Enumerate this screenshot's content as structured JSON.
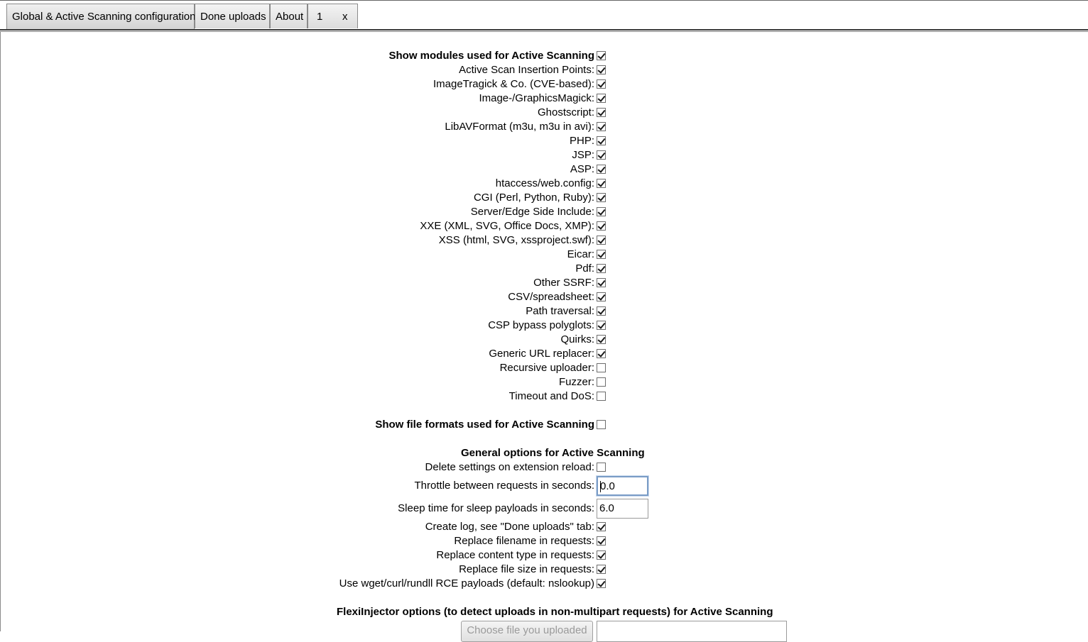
{
  "tabs": [
    {
      "label": "Global & Active Scanning configuration",
      "active": true
    },
    {
      "label": "Done uploads",
      "active": false
    },
    {
      "label": "About",
      "active": false
    },
    {
      "label": "1",
      "close": "x",
      "active": false
    }
  ],
  "modules_section": {
    "title": "Show modules used for Active Scanning",
    "checked": true,
    "items": [
      {
        "label": "Active Scan Insertion Points:",
        "checked": true
      },
      {
        "label": "ImageTragick & Co. (CVE-based):",
        "checked": true
      },
      {
        "label": "Image-/GraphicsMagick:",
        "checked": true
      },
      {
        "label": "Ghostscript:",
        "checked": true
      },
      {
        "label": "LibAVFormat (m3u, m3u in avi):",
        "checked": true
      },
      {
        "label": "PHP:",
        "checked": true
      },
      {
        "label": "JSP:",
        "checked": true
      },
      {
        "label": "ASP:",
        "checked": true
      },
      {
        "label": "htaccess/web.config:",
        "checked": true
      },
      {
        "label": "CGI (Perl, Python, Ruby):",
        "checked": true
      },
      {
        "label": "Server/Edge Side Include:",
        "checked": true
      },
      {
        "label": "XXE (XML, SVG, Office Docs, XMP):",
        "checked": true
      },
      {
        "label": "XSS (html, SVG, xssproject.swf):",
        "checked": true
      },
      {
        "label": "Eicar:",
        "checked": true
      },
      {
        "label": "Pdf:",
        "checked": true
      },
      {
        "label": "Other SSRF:",
        "checked": true
      },
      {
        "label": "CSV/spreadsheet:",
        "checked": true
      },
      {
        "label": "Path traversal:",
        "checked": true
      },
      {
        "label": "CSP bypass polyglots:",
        "checked": true
      },
      {
        "label": "Quirks:",
        "checked": true
      },
      {
        "label": "Generic URL replacer:",
        "checked": true
      },
      {
        "label": "Recursive uploader:",
        "checked": false
      },
      {
        "label": "Fuzzer:",
        "checked": false
      },
      {
        "label": "Timeout and DoS:",
        "checked": false
      }
    ]
  },
  "file_formats_section": {
    "title": "Show file formats used for Active Scanning",
    "checked": false
  },
  "general_options": {
    "title": "General options for Active Scanning",
    "delete_settings": {
      "label": "Delete settings on extension reload:",
      "checked": false
    },
    "throttle": {
      "label": "Throttle between requests in seconds:",
      "value": "0.0"
    },
    "sleep_time": {
      "label": "Sleep time for sleep payloads in seconds:",
      "value": "6.0"
    },
    "items": [
      {
        "label": "Create log, see \"Done uploads\" tab:",
        "checked": true
      },
      {
        "label": "Replace filename in requests:",
        "checked": true
      },
      {
        "label": "Replace content type in requests:",
        "checked": true
      },
      {
        "label": "Replace file size in requests:",
        "checked": true
      },
      {
        "label": "Use wget/curl/rundll RCE payloads (default: nslookup)",
        "checked": true
      }
    ]
  },
  "flexiinjector": {
    "title": "FlexiInjector options (to detect uploads in non-multipart requests) for Active Scanning",
    "choose_button": "Choose file you uploaded"
  }
}
